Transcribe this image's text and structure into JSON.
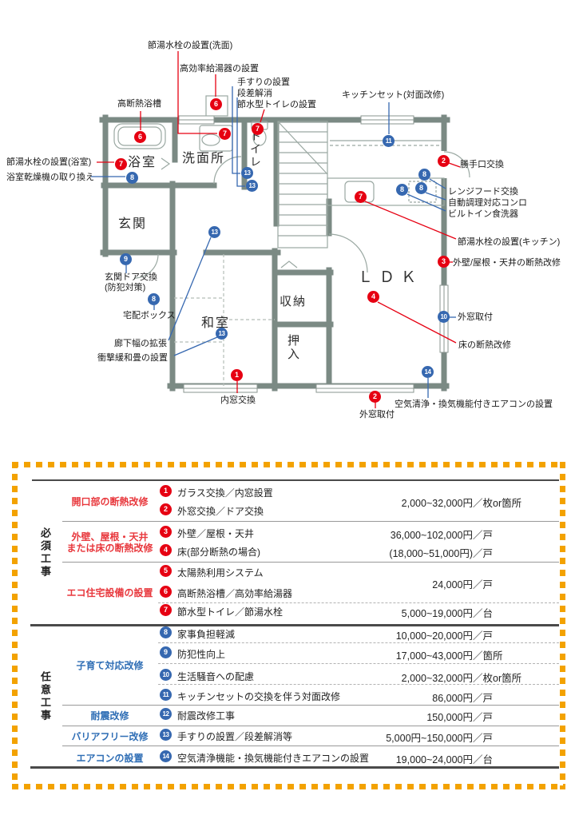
{
  "num": {
    "n1": "1",
    "n2": "2",
    "n3": "3",
    "n4": "4",
    "n5": "5",
    "n6": "6",
    "n7": "7",
    "n8": "8",
    "n9": "9",
    "n10": "10",
    "n11": "11",
    "n12": "12",
    "n13": "13",
    "n14": "14"
  },
  "colors": {
    "marker_red": "#e60012",
    "marker_blue": "#3668b0",
    "category_red": "#e8383d",
    "category_blue": "#2f6eb5",
    "frame_orange": "#f3a200",
    "wall_gray": "#7b8a84"
  },
  "plan": {
    "rooms": {
      "bathroom": "浴室",
      "washroom": "洗面所",
      "toilet": "トイレ",
      "entrance": "玄関",
      "japanese_room": "和室",
      "storage": "収納",
      "closet": "押入",
      "ldk": "ＬＤＫ"
    },
    "labels": {
      "setsuyu_senmen": "節湯水栓の設置(洗面)",
      "kokoritsu_kyutoki": "高効率給湯器の設置",
      "tesuri": "手すりの設置",
      "dansa": "段差解消",
      "sessui_toilet": "節水型トイレの設置",
      "kitchen_set": "キッチンセット(対面改修)",
      "kodannetsu_yokuso": "高断熱浴槽",
      "setsuyu_yokushitsu": "節湯水栓の設置(浴室)",
      "yokushitsu_kansoki": "浴室乾燥機の取り換え",
      "katteguchi": "勝手口交換",
      "range_hood": "レンジフード交換",
      "jido_konro": "自動調理対応コンロ",
      "builtin_shokusenki": "ビルトイン食洗器",
      "setsuyu_kitchen": "節湯水栓の設置(キッチン)",
      "gaiheki_dannetsu": "外壁/屋根・天井の断熱改修",
      "sotomado_toritsuke": "外窓取付",
      "yuka_dannetsu": "床の断熱改修",
      "aircon": "空気清浄・換気機能付きエアコンの設置",
      "genkan_door_1": "玄関ドア交換",
      "genkan_door_2": "(防犯対策)",
      "takuhai_box": "宅配ボックス",
      "roka_kakucho": "廊下幅の拡張",
      "shogeki_tatami": "衝撃緩和畳の設置",
      "uchimado_kokan": "内窓交換"
    }
  },
  "table": {
    "section1": "必須工事",
    "section2": "任意工事",
    "g1": {
      "cat": "開口部の断熱改修",
      "i1": {
        "n": "1",
        "t": "ガラス交換／内窓設置"
      },
      "i2": {
        "n": "2",
        "t": "外窓交換／ドア交換"
      },
      "price": {
        "a": "2,000~32,000円",
        "u": " ／枚or箇所"
      }
    },
    "g2": {
      "cat1": "外壁、屋根・天井",
      "cat2": "または床の断熱改修",
      "i1": {
        "n": "3",
        "t": "外壁／屋根・天井",
        "pa": "36,000~102,000円",
        "pu": "／戸"
      },
      "i2": {
        "n": "4",
        "t": "床(部分断熱の場合)",
        "pa": "(18,000~51,000円)",
        "pu": "／戸"
      }
    },
    "g3": {
      "cat": "エコ住宅設備の設置",
      "i1": {
        "n": "5",
        "t": "太陽熱利用システム"
      },
      "i2": {
        "n": "6",
        "t": "高断熱浴槽／高効率給湯器"
      },
      "price": {
        "a": "24,000円",
        "u": " ／戸"
      },
      "i3": {
        "n": "7",
        "t": "節水型トイレ／節湯水栓",
        "pa": "5,000~19,000円",
        "pu": "／台"
      }
    },
    "g4": {
      "cat": "子育て対応改修",
      "i1": {
        "n": "8",
        "t": "家事負担軽減",
        "pa": "10,000~20,000円",
        "pu": "／戸"
      },
      "i2": {
        "n": "9",
        "t": "防犯性向上",
        "pa": "17,000~43,000円",
        "pu": "／箇所"
      },
      "i3": {
        "n": "10",
        "t": "生活騒音への配慮",
        "pa": "2,000~32,000円",
        "pu": "／枚or箇所"
      },
      "i4": {
        "n": "11",
        "t": "キッチンセットの交換を伴う対面改修",
        "pa": "86,000円",
        "pu": "／戸"
      }
    },
    "g5": {
      "cat": "耐震改修",
      "i1": {
        "n": "12",
        "t": "耐震改修工事",
        "pa": "150,000円",
        "pu": "／戸"
      }
    },
    "g6": {
      "cat": "バリアフリー改修",
      "i1": {
        "n": "13",
        "t": "手すりの設置／段差解消等",
        "pa": "5,000円~150,000円",
        "pu": "／戸"
      }
    },
    "g7": {
      "cat": "エアコンの設置",
      "i1": {
        "n": "14",
        "t": "空気清浄機能・換気機能付きエアコンの設置",
        "pa": "19,000~24,000円",
        "pu": "／台"
      }
    }
  }
}
